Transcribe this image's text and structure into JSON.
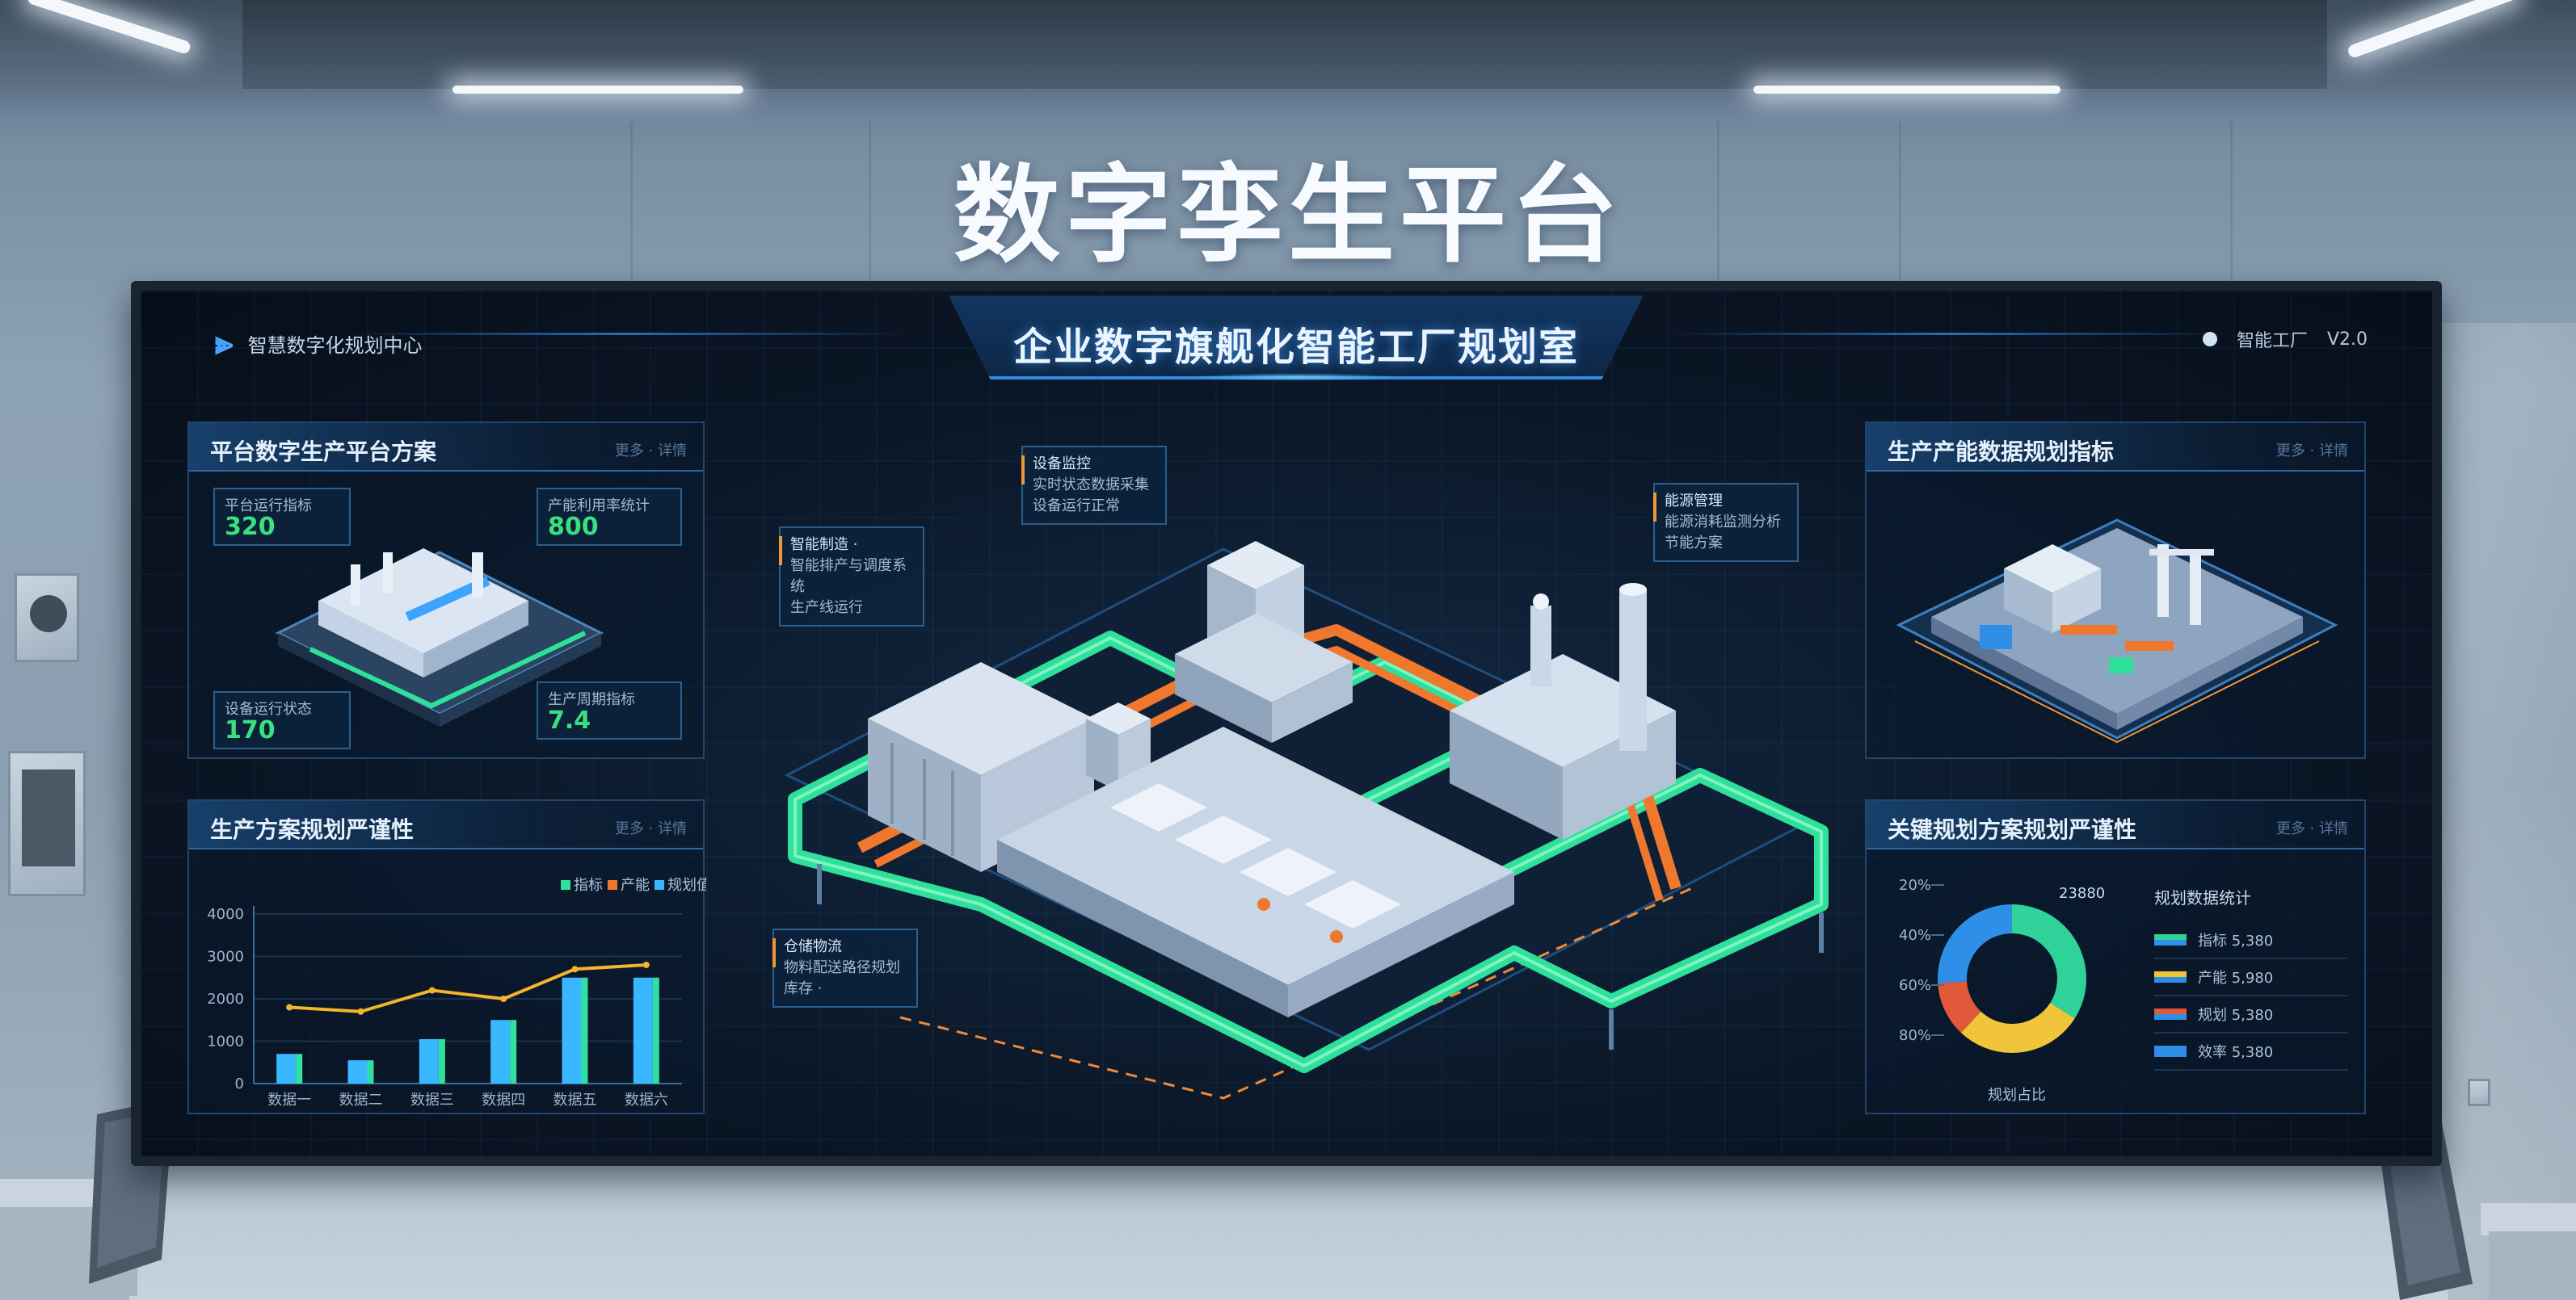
{
  "wall_title": "数字孪生平台",
  "screen": {
    "brand": "智慧数字化规划中心",
    "header_title": "企业数字旗舰化智能工厂规划室",
    "header_right": [
      "智能工厂",
      "V2.0"
    ]
  },
  "left_top_panel": {
    "title": "平台数字生产平台方案",
    "more": "更多 · 详情",
    "stats": [
      {
        "label": "平台运行指标",
        "value": "320"
      },
      {
        "label": "产能利用率统计",
        "value": "800"
      },
      {
        "label": "设备运行状态",
        "value": "170"
      },
      {
        "label": "生产周期指标",
        "value": "7.4"
      }
    ]
  },
  "left_bottom_panel": {
    "title": "生产方案规划严谨性",
    "more": "更多 · 详情",
    "legend": [
      "指标",
      "产能",
      "规划值"
    ]
  },
  "chart_data": {
    "type": "bar",
    "categories": [
      "数据一",
      "数据二",
      "数据三",
      "数据四",
      "数据五",
      "数据六"
    ],
    "series": [
      {
        "type": "bar",
        "values": [
          700,
          550,
          1050,
          1500,
          2500,
          2500
        ]
      },
      {
        "type": "line",
        "values": [
          1800,
          1700,
          2200,
          2000,
          2700,
          2800
        ]
      }
    ],
    "yticks": [
      "0",
      "1000",
      "2000",
      "3000",
      "4000"
    ],
    "ylim": [
      0,
      4000
    ],
    "colors": {
      "bar_top": "#39b7ff",
      "bar_bottom": "#1e8fe0",
      "bar_side": "#2fe0a0",
      "line": "#f3b52b"
    }
  },
  "center_labels": [
    {
      "title": "设备监控",
      "lines": [
        "实时状态数据采集",
        "设备运行正常"
      ]
    },
    {
      "title": "智能制造 ·",
      "lines": [
        "智能排产与调度系统",
        "生产线运行"
      ]
    },
    {
      "title": "能源管理",
      "lines": [
        "能源消耗监测分析",
        "节能方案"
      ]
    },
    {
      "title": "仓储物流",
      "lines": [
        "物料配送路径规划",
        "库存 ·"
      ]
    }
  ],
  "right_top_panel": {
    "title": "生产产能数据规划指标",
    "more": "更多 · 详情"
  },
  "right_bottom_panel": {
    "title": "关键规划方案规划严谨性",
    "more": "更多 · 详情",
    "donut_total": "23880",
    "donut_caption": "规划占比",
    "legend_title": "规划数据统计",
    "donut": [
      {
        "label": "指标 5,380",
        "value": 34,
        "color": "#2fd39a"
      },
      {
        "label": "产能 5,980",
        "value": 28,
        "color": "#f0c53a"
      },
      {
        "label": "规划 5,380",
        "value": 12,
        "color": "#e2583a"
      },
      {
        "label": "效率 5,380",
        "value": 26,
        "color": "#2f8fe8"
      }
    ],
    "axis_ticks": [
      "20%",
      "40%",
      "60%",
      "80%"
    ]
  }
}
